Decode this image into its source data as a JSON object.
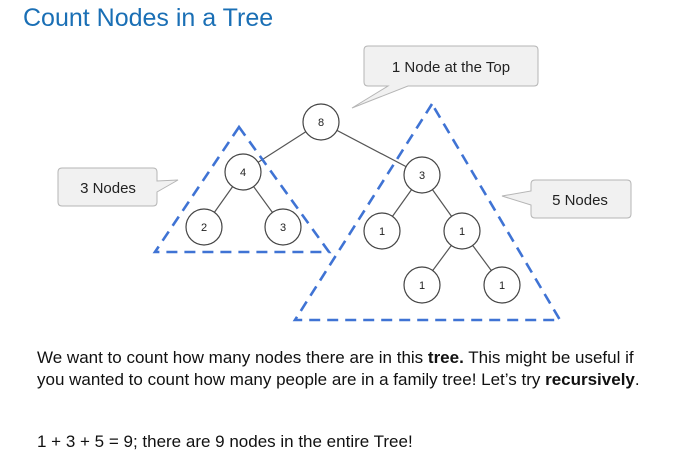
{
  "title": "Count Nodes in a Tree",
  "callouts": {
    "top": "1 Node at the Top",
    "left": "3 Nodes",
    "right": "5 Nodes"
  },
  "nodes": {
    "root": "8",
    "left": "4",
    "left_left": "2",
    "left_right": "3",
    "right": "3",
    "right_left": "1",
    "right_right": "1",
    "right_right_left": "1",
    "right_right_right": "1"
  },
  "paragraph1": {
    "part1": "We want to count how many nodes there are in this ",
    "bold1": "tree.",
    "part2": " This might be useful if you wanted to count how many people are in a family tree! Let’s try ",
    "bold2": "recursively",
    "part3": "."
  },
  "paragraph2": "1 + 3 + 5 = 9; there are 9 nodes in the entire Tree!",
  "colors": {
    "title": "#1a6fb5",
    "dashed_triangle": "#3f73d4",
    "callout_fill": "#f1f1f1",
    "callout_stroke": "#b5b5b5"
  }
}
